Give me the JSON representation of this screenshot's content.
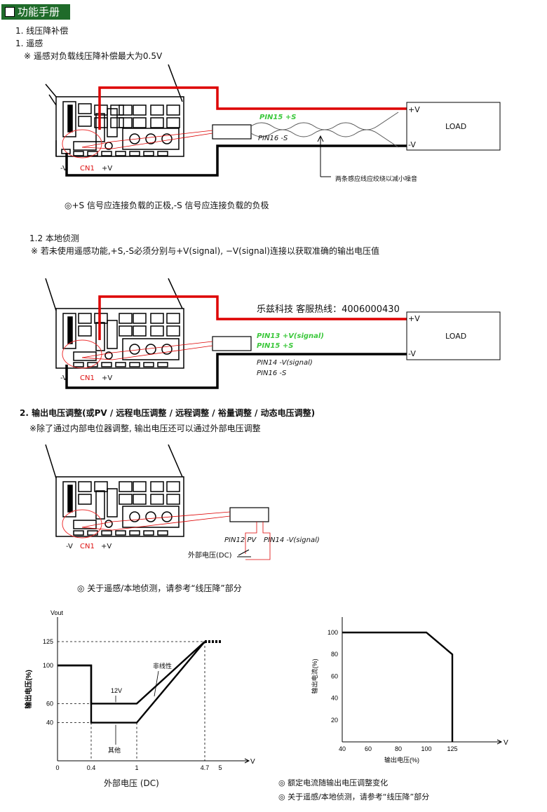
{
  "header": {
    "title": "功能手册"
  },
  "section1": {
    "title": "1. 线压降补偿",
    "sub1": "1. 遥感",
    "note1": "※ 遥感对负载线压降补偿最大为0.5V",
    "diagram1": {
      "pin15": "PIN15 +S",
      "pin16": "PIN16 -S",
      "plus_v": "+V",
      "minus_v": "-V",
      "load": "LOAD",
      "cn1": "CN1",
      "neg": "-V",
      "pos": "+V",
      "twist_note": "两条感应线应绞绕以减小噪音"
    },
    "caption1_prefix": "◎",
    "caption1": "+S 信号应连接负载的正极,-S 信号应连接负载的负极",
    "sub2": "1.2 本地侦测",
    "note2": "※ 若未使用遥感功能,+S,-S必须分别与+V(signal), −V(signal)连接以获取准确的输出电压值",
    "diagram2": {
      "watermark": "乐兹科技 客服热线：4006000430",
      "pin13": "PIN13 +V(signal)",
      "pin15": "PIN15 +S",
      "pin14": "PIN14 -V(signal)",
      "pin16": "PIN16 -S",
      "plus_v": "+V",
      "minus_v": "-V",
      "load": "LOAD",
      "cn1": "CN1",
      "neg": "-V",
      "pos": "+V"
    }
  },
  "section2": {
    "title": "2. 输出电压调整(或PV / 远程电压调整 / 远程调整 / 裕量调整 / 动态电压调整)",
    "note": "※除了通过内部电位器调整, 输出电压还可以通过外部电压调整",
    "diagram3": {
      "pin12": "PIN12 PV",
      "pin14": "PIN14 -V(signal)",
      "ext": "外部电压(DC)",
      "cn1": "CN1",
      "neg": "-V",
      "pos": "+V"
    },
    "caption": "◎ 关于遥感/本地侦测，请参考“线压降”部分"
  },
  "chart_data": [
    {
      "type": "line",
      "title": "",
      "xlabel": "外部电压 (DC)",
      "ylabel": "输出电压(%)",
      "y_top_label": "Vout",
      "x_unit": "V",
      "x_ticks": [
        "0",
        "0.4",
        "1",
        "4.7",
        "5"
      ],
      "y_ticks": [
        "40",
        "60",
        "100",
        "125"
      ],
      "annotations": [
        "非线性",
        "12V",
        "其他"
      ],
      "series": [
        {
          "name": "12V",
          "x": [
            0,
            0.4,
            0.4,
            1,
            4.7
          ],
          "y": [
            100,
            100,
            60,
            60,
            125
          ]
        },
        {
          "name": "其他",
          "x": [
            0,
            0.4,
            0.4,
            1,
            4.7
          ],
          "y": [
            100,
            100,
            40,
            40,
            125
          ]
        }
      ]
    },
    {
      "type": "line",
      "title": "",
      "xlabel": "输出电压(%)",
      "ylabel": "输出电流(%)",
      "x_unit": "V",
      "x_ticks": [
        "40",
        "60",
        "80",
        "100",
        "125"
      ],
      "y_ticks": [
        "20",
        "40",
        "60",
        "80",
        "100"
      ],
      "series": [
        {
          "x": [
            40,
            100,
            125,
            125
          ],
          "y": [
            100,
            100,
            80,
            0
          ]
        }
      ]
    }
  ],
  "captions": {
    "c1": "◎ 额定电流随输出电压调整变化",
    "c2": "◎ 关于遥感/本地侦测，请参考“线压降”部分"
  }
}
